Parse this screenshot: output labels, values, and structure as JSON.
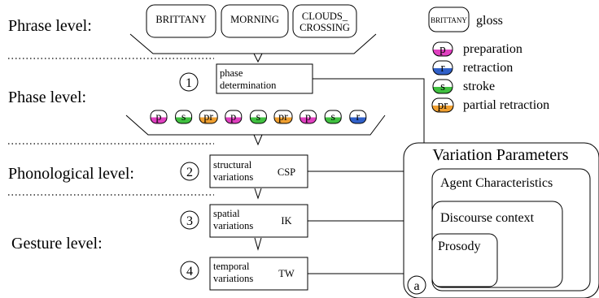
{
  "levels": {
    "phrase": "Phrase level:",
    "phase": "Phase level:",
    "phonological": "Phonological level:",
    "gesture": "Gesture level:"
  },
  "glosses": [
    "BRITTANY",
    "MORNING",
    "CLOUDS_ CROSSING"
  ],
  "phase_sequence": [
    "p",
    "s",
    "pr",
    "p",
    "s",
    "pr",
    "p",
    "s",
    "r"
  ],
  "steps": [
    {
      "number": "1",
      "line1": "phase",
      "line2": "determination",
      "tag": ""
    },
    {
      "number": "2",
      "line1": "structural",
      "line2": "variations",
      "tag": "CSP"
    },
    {
      "number": "3",
      "line1": "spatial",
      "line2": "variations",
      "tag": "IK"
    },
    {
      "number": "4",
      "line1": "temporal",
      "line2": "variations",
      "tag": "TW"
    }
  ],
  "legend": {
    "gloss_box": "BRITTANY",
    "gloss_label": "gloss",
    "items": [
      {
        "symbol": "p",
        "label": "preparation",
        "color": "#e040c0"
      },
      {
        "symbol": "r",
        "label": "retraction",
        "color": "#3060c8"
      },
      {
        "symbol": "s",
        "label": "stroke",
        "color": "#40c040"
      },
      {
        "symbol": "pr",
        "label": "partial retraction",
        "color": "#f0a030"
      }
    ]
  },
  "variation": {
    "title": "Variation Parameters",
    "agent": "Agent Characteristics",
    "discourse": "Discourse context",
    "prosody": "Prosody",
    "badge": "a"
  },
  "phase_colors": {
    "p": "#e040c0",
    "s": "#40c040",
    "pr": "#f0a030",
    "r": "#3060c8"
  }
}
